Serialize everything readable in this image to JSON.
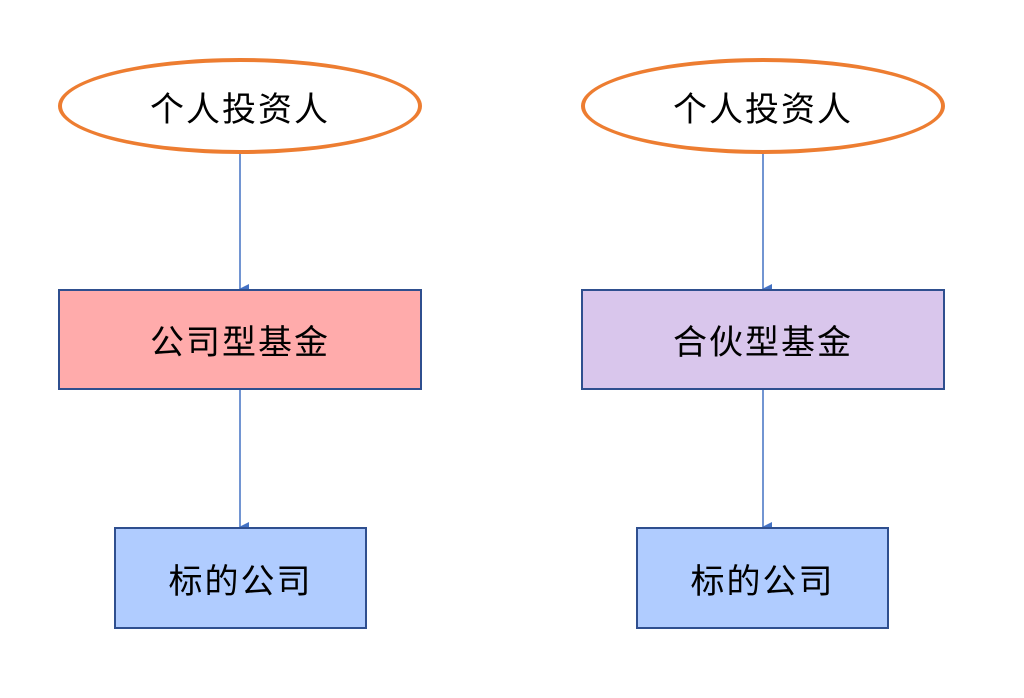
{
  "diagram": {
    "left": {
      "investor": "个人投资人",
      "fund": "公司型基金",
      "target": "标的公司"
    },
    "right": {
      "investor": "个人投资人",
      "fund": "合伙型基金",
      "target": "标的公司"
    }
  },
  "colors": {
    "ellipse_border": "#ED7D31",
    "company_fund_fill": "#FFABAB",
    "partnership_fund_fill": "#D9C6EC",
    "target_fill": "#B0CCFF",
    "arrow": "#4472C4",
    "box_border": "#2F4F8F"
  }
}
